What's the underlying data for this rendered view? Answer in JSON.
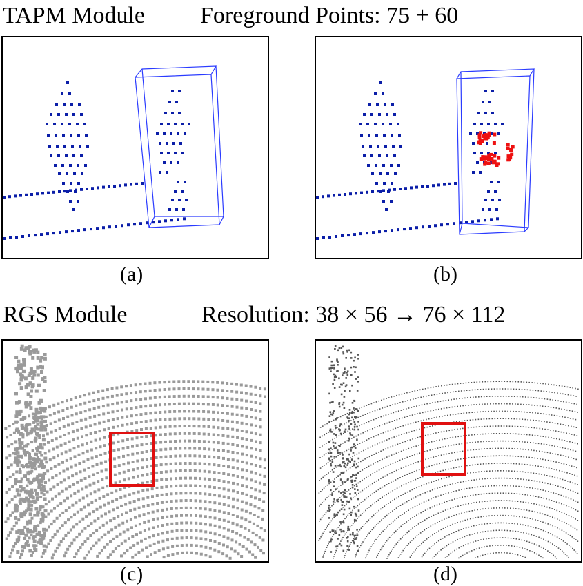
{
  "top_section": {
    "title": "TAPM Module",
    "info": "Foreground Points: 75 + 60",
    "panels": [
      {
        "caption": "(a)",
        "colors": {
          "points": "#0b1ea8",
          "box": "#2a3bff"
        }
      },
      {
        "caption": "(b)",
        "colors": {
          "points": "#0b1ea8",
          "box": "#2a3bff",
          "added_points": "#ee1111"
        }
      }
    ]
  },
  "bottom_section": {
    "title": "RGS Module",
    "info": "Resolution: 38 × 56 → 76 × 112",
    "panels": [
      {
        "caption": "(c)",
        "colors": {
          "points": "#9a9a9a",
          "highlight": "#e01010"
        }
      },
      {
        "caption": "(d)",
        "colors": {
          "points": "#555555",
          "highlight": "#e01010"
        }
      }
    ]
  }
}
